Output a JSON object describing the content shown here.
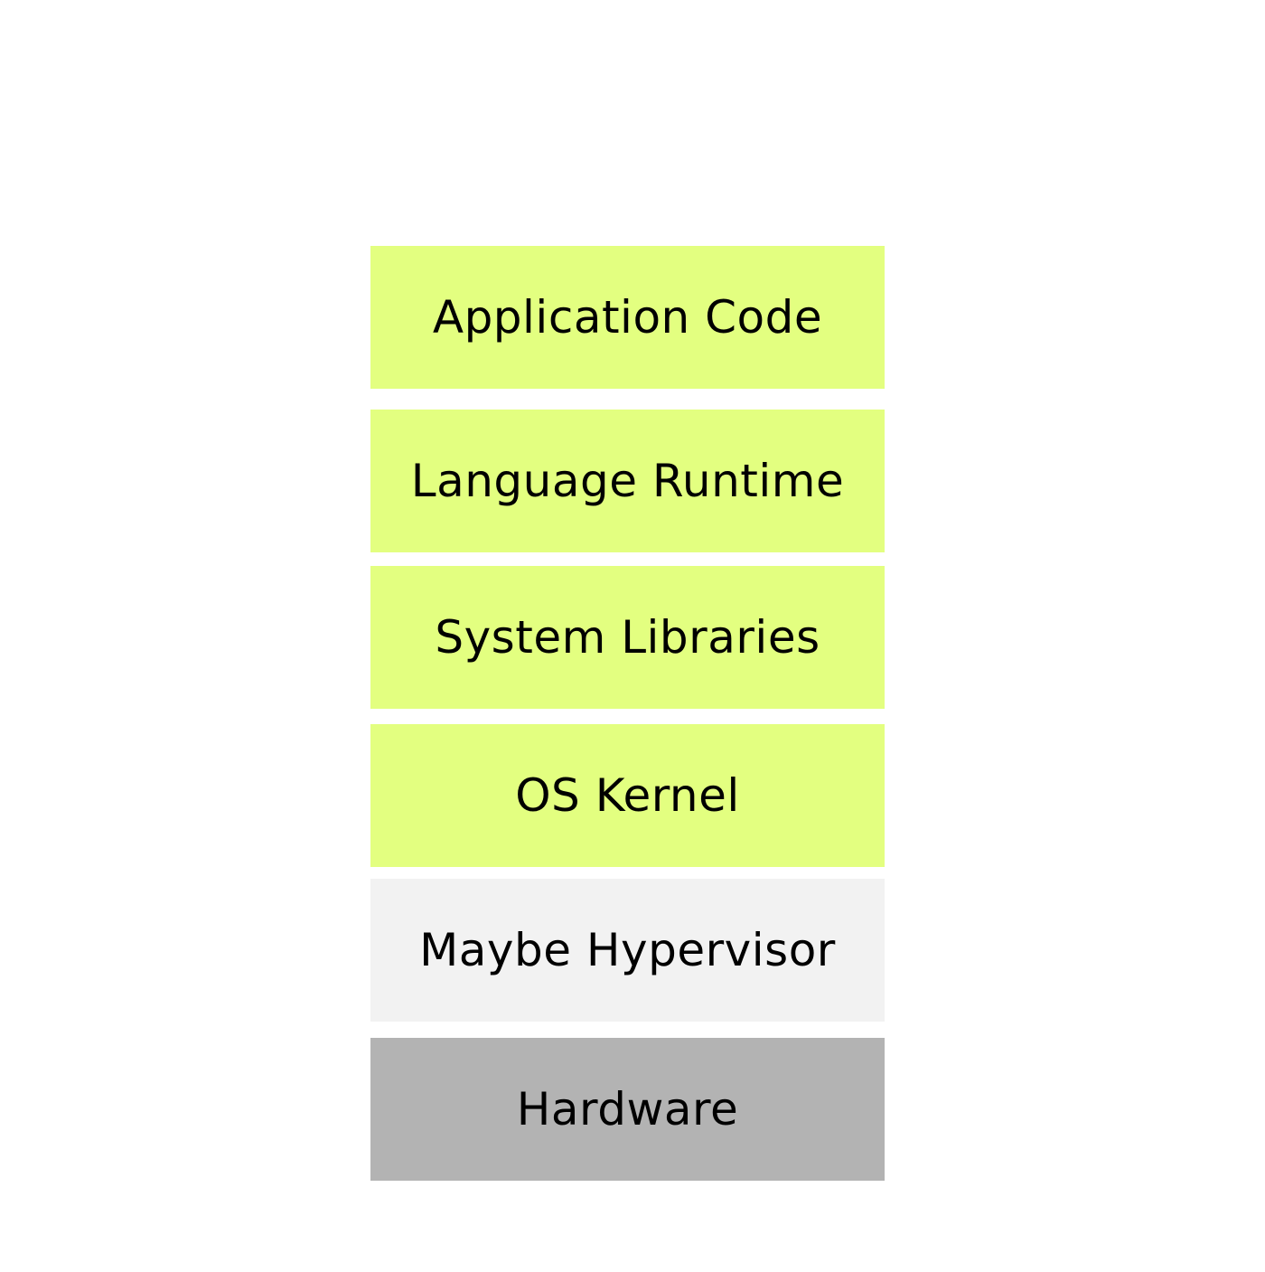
{
  "layers": [
    {
      "label": "Application Code",
      "color": "#e3ff80"
    },
    {
      "label": "Language Runtime",
      "color": "#e3ff80"
    },
    {
      "label": "System Libraries",
      "color": "#e3ff80"
    },
    {
      "label": "OS Kernel",
      "color": "#e3ff80"
    },
    {
      "label": "Maybe Hypervisor",
      "color": "#f2f2f2"
    },
    {
      "label": "Hardware",
      "color": "#b3b3b3"
    }
  ]
}
